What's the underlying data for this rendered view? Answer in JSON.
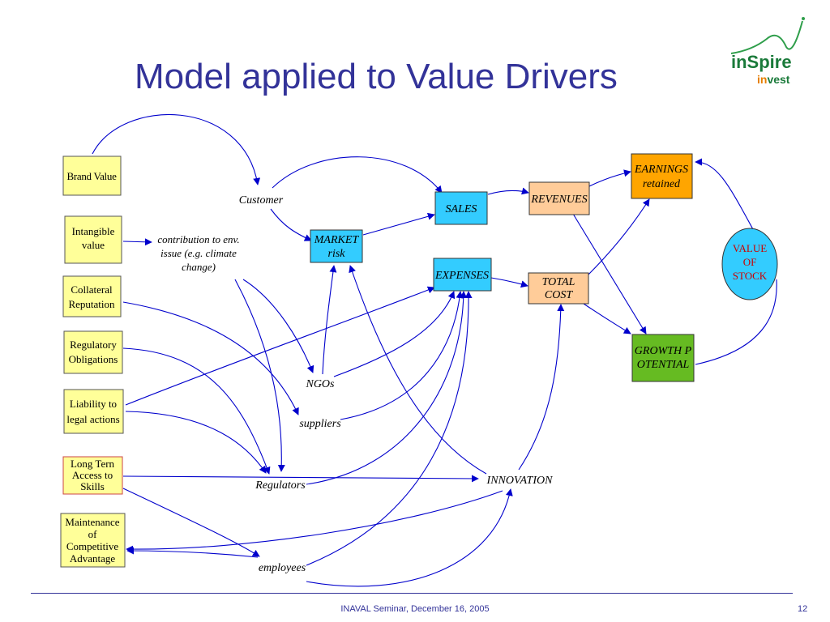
{
  "title": "Model applied to Value Drivers",
  "logo": {
    "line1": "inSpire",
    "line2_accent": "in",
    "line2_rest": "vest",
    "colors": {
      "green": "#1a7a3a",
      "orange": "#e67e00"
    }
  },
  "left_boxes": {
    "brand_value": "Brand Value",
    "intangible_1": "Intangible",
    "intangible_2": "value",
    "collateral_1": "Collateral",
    "collateral_2": "Reputation",
    "regulatory_1": "Regulatory",
    "regulatory_2": "Obligations",
    "liability_1": "Liability to",
    "liability_2": "legal actions",
    "longterm_1": "Long Tern",
    "longterm_2": "Access to",
    "longterm_3": "Skills",
    "maintenance_1": "Maintenance",
    "maintenance_2": "of",
    "maintenance_3": "Competitive",
    "maintenance_4": "Advantage"
  },
  "labels": {
    "customer": "Customer",
    "contribution_1": "contribution to env.",
    "contribution_2": "issue (e.g. climate",
    "contribution_3": "change)",
    "ngos": "NGOs",
    "suppliers": "suppliers",
    "regulators": "Regulators",
    "employees": "employees",
    "innovation": "INNOVATION"
  },
  "nodes": {
    "market_1": "MARKET",
    "market_2": "risk",
    "sales": "SALES",
    "expenses": "EXPENSES",
    "revenues": "REVENUES",
    "total_1": "TOTAL",
    "total_2": "COST",
    "earnings_1": "EARNINGS",
    "earnings_2": "retained",
    "growth_1": "GROWTH P",
    "growth_2": "OTENTIAL",
    "value_1": "VALUE",
    "value_2": "OF",
    "value_3": "STOCK"
  },
  "colors": {
    "yellow_box": "#ffff99",
    "blue_box": "#33ccff",
    "orange_box": "#ffcc99",
    "gold_box": "#ffa500",
    "green_box": "#66bb22",
    "value_circle": "#33ccff",
    "arrow": "#0000cc",
    "title": "#333399"
  },
  "footer": "INAVAL Seminar, December 16, 2005",
  "page_number": "12"
}
